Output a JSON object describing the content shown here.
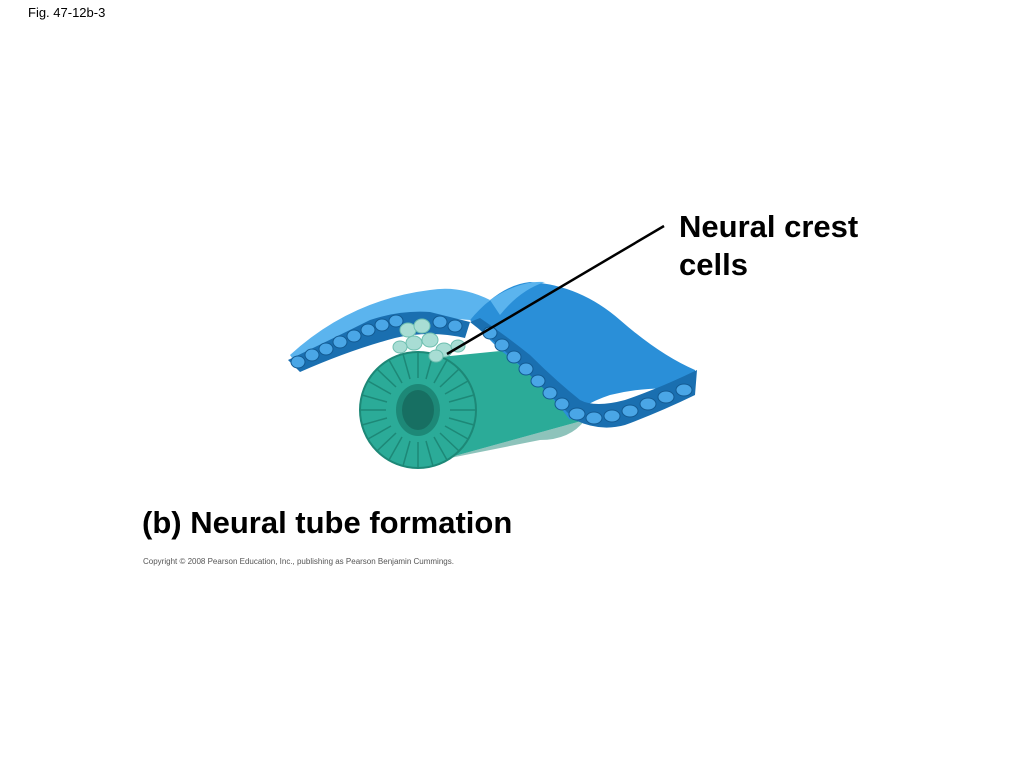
{
  "figure_label": "Fig. 47-12b-3",
  "callout": {
    "line1": "Neural crest",
    "line2": "cells"
  },
  "caption": "(b) Neural tube formation",
  "copyright": "Copyright © 2008 Pearson Education, Inc., publishing as Pearson Benjamin Cummings.",
  "colors": {
    "ectoderm": "#2a8fd8",
    "ectoderm_light": "#5bb4ee",
    "ectoderm_edge": "#1a6fb0",
    "neural_tube": "#2bab98",
    "neural_tube_dark": "#1d8877",
    "neural_crest": "#a8ddd4"
  }
}
